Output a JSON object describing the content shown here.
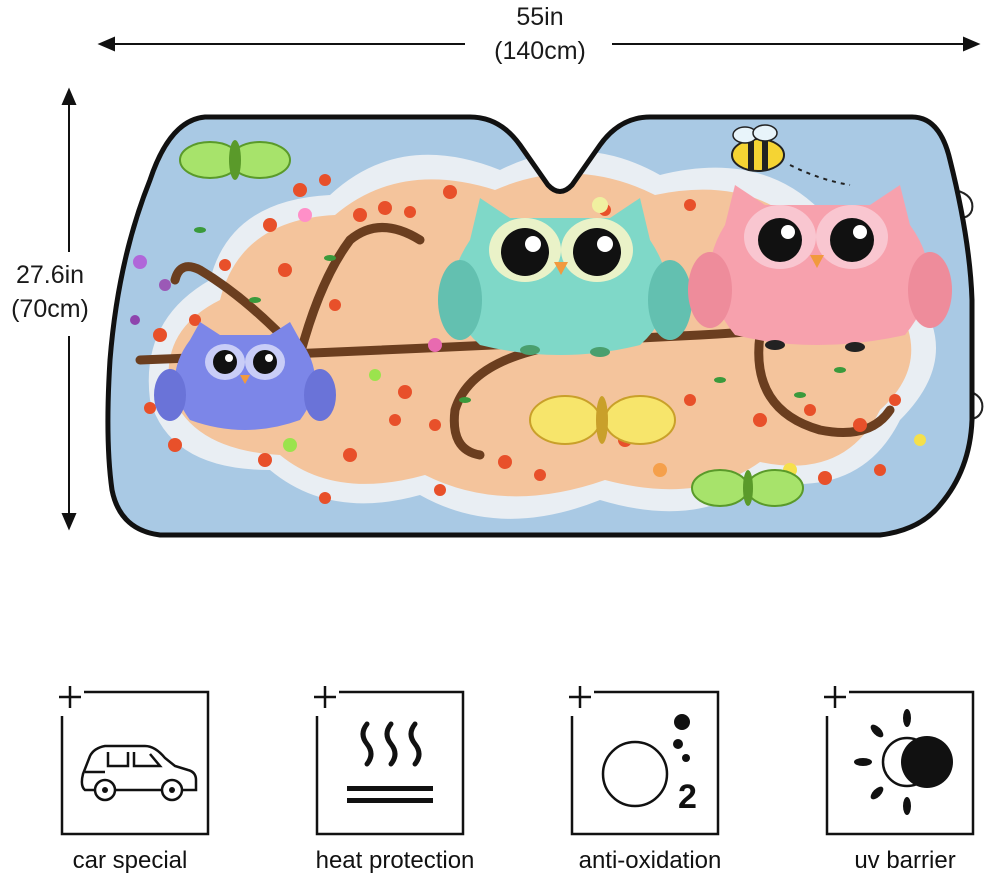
{
  "dimensions": {
    "width_in": "55in",
    "width_cm": "(140cm)",
    "height_in": "27.6in",
    "height_cm": "(70cm)"
  },
  "product": {
    "colors": {
      "sky": "#a9c9e4",
      "cloud": "#f4c49c",
      "branch": "#6b3e1f",
      "owl_teal": "#7fd8c8",
      "owl_pink": "#f7a1ad",
      "owl_blue": "#7c86e8",
      "flower": "#e8502a",
      "border": "#111111"
    }
  },
  "features": [
    {
      "icon": "car-icon",
      "label": "car special"
    },
    {
      "icon": "heat-icon",
      "label": "heat protection"
    },
    {
      "icon": "oxygen-icon",
      "label": "anti-oxidation"
    },
    {
      "icon": "sun-icon",
      "label": "uv barrier"
    }
  ]
}
